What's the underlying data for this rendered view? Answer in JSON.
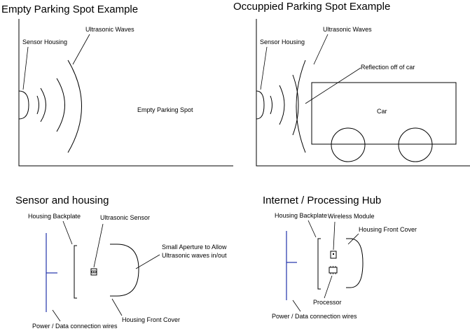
{
  "panels": {
    "empty": {
      "title": "Empty Parking Spot Example",
      "sensor_housing_label": "Sensor Housing",
      "waves_label": "Ultrasonic Waves",
      "spot_label": "Empty Parking Spot"
    },
    "occupied": {
      "title": "Occuppied Parking Spot Example",
      "sensor_housing_label": "Sensor Housing",
      "waves_label": "Ultrasonic Waves",
      "reflection_label": "Reflection off of car",
      "car_label": "Car"
    },
    "sensor": {
      "title": "Sensor and housing",
      "backplate_label": "Housing Backplate",
      "sensor_label": "Ultrasonic Sensor",
      "aperture_label_1": "Small Aperture to Allow",
      "aperture_label_2": "Ultrasonic waves in/out",
      "front_cover_label": "Housing Front Cover",
      "wires_label": "Power / Data connection wires"
    },
    "hub": {
      "title": "Internet / Processing Hub",
      "backplate_label": "Housing Backplate",
      "wireless_label": "Wireless Module",
      "front_cover_label": "Housing Front Cover",
      "processor_label": "Processor",
      "wires_label": "Power / Data connection wires"
    }
  },
  "colors": {
    "wire": "#2233aa",
    "line": "#000000"
  }
}
